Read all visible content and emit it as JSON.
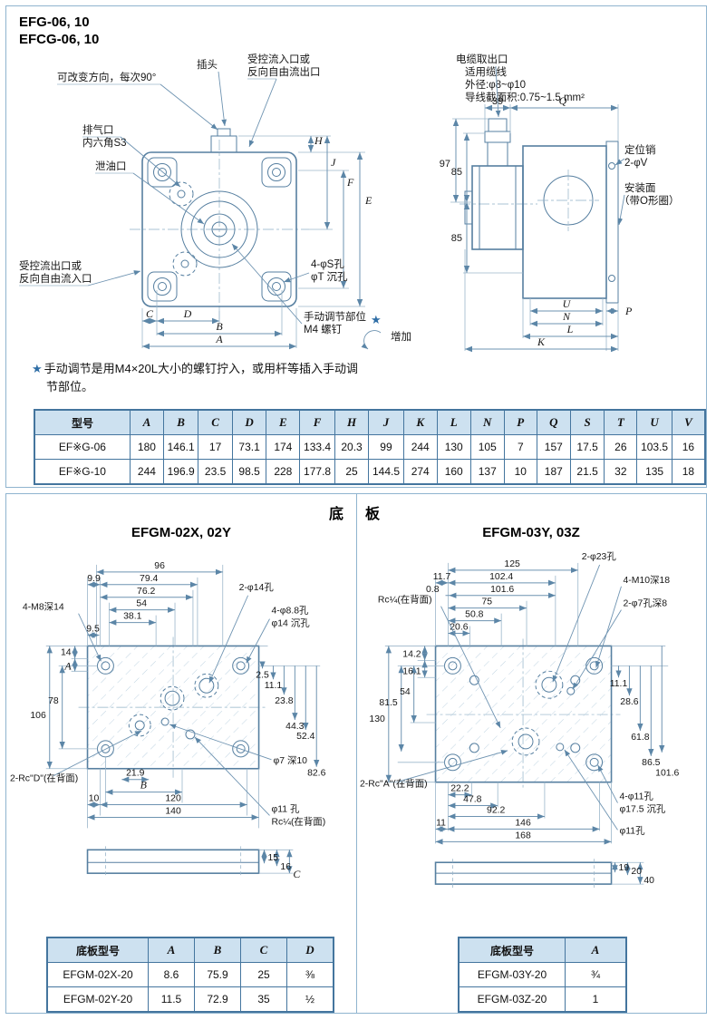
{
  "header": {
    "title1": "EFG-06, 10",
    "title2": "EFCG-06, 10"
  },
  "front_view": {
    "callout_direction": "可改变方向，每次90°",
    "callout_plug": "插头",
    "callout_inlet1": "受控流入口或",
    "callout_inlet2": "反向自由流出口",
    "callout_vent1": "排气口",
    "callout_vent2": "内六角S3",
    "callout_drain": "泄油口",
    "callout_outlet1": "受控流出口或",
    "callout_outlet2": "反向自由流入口",
    "callout_holes1": "4-φS孔",
    "callout_holes2": "φT 沉孔",
    "callout_manual1": "手动调节部位",
    "callout_manual2": "M4 螺钉",
    "callout_increase": "增加",
    "star": "★",
    "dims": {
      "H": "H",
      "J": "J",
      "F": "F",
      "E": "E",
      "C": "C",
      "D": "D",
      "B": "B",
      "A": "A"
    }
  },
  "side_view": {
    "callout_cable1": "电缆取出口",
    "callout_cable2": "适用缆线",
    "callout_cable3": "外径:φ8~φ10",
    "callout_cable4": "导线截面积:0.75~1.5 mm²",
    "callout_pin1": "定位销",
    "callout_pin2": "2-φV",
    "callout_mount1": "安装面",
    "callout_mount2": "（带O形圈）",
    "dims": {
      "d39": "39",
      "Q": "Q",
      "d97": "97",
      "d85a": "85",
      "d85b": "85",
      "U": "U",
      "P": "P",
      "N": "N",
      "L": "L",
      "K": "K"
    }
  },
  "note": {
    "star": "★",
    "line1": "手动调节是用M4×20L大小的螺钉拧入，或用杆等插入手动调",
    "line2": "节部位。"
  },
  "main_table": {
    "headers": [
      "型号",
      "A",
      "B",
      "C",
      "D",
      "E",
      "F",
      "H",
      "J",
      "K",
      "L",
      "N",
      "P",
      "Q",
      "S",
      "T",
      "U",
      "V"
    ],
    "rows": [
      [
        "EF※G-06",
        "180",
        "146.1",
        "17",
        "73.1",
        "174",
        "133.4",
        "20.3",
        "99",
        "244",
        "130",
        "105",
        "7",
        "157",
        "17.5",
        "26",
        "103.5",
        "16"
      ],
      [
        "EF※G-10",
        "244",
        "196.9",
        "23.5",
        "98.5",
        "228",
        "177.8",
        "25",
        "144.5",
        "274",
        "160",
        "137",
        "10",
        "187",
        "21.5",
        "32",
        "135",
        "18"
      ]
    ]
  },
  "baseplate": {
    "title": "底　板",
    "plate02": {
      "title": "EFGM-02X, 02Y",
      "top_dims": [
        "96",
        "9.9",
        "79.4",
        "76.2",
        "54",
        "38.1",
        "9.5"
      ],
      "left_dims": [
        "106",
        "78",
        "14",
        "A"
      ],
      "right_dims": [
        "2.5",
        "11.1",
        "23.8",
        "44.3",
        "52.4",
        "82.6"
      ],
      "bottom_dims": [
        "21.9",
        "B",
        "10",
        "120",
        "140"
      ],
      "callouts": {
        "holes14": "2-φ14孔",
        "holes88a": "4-φ8.8孔",
        "holes88b": "φ14 沉孔",
        "m8": "4-M8深14",
        "rcd": "2-Rc\"D\"(在背面)",
        "phi7": "φ7 深10",
        "phi11a": "φ11 孔",
        "phi11b": "Rc¼(在背面)"
      },
      "profile_dims": [
        "15",
        "16",
        "C"
      ],
      "table": {
        "headers": [
          "底板型号",
          "A",
          "B",
          "C",
          "D"
        ],
        "rows": [
          [
            "EFGM-02X-20",
            "8.6",
            "75.9",
            "25",
            "⅜"
          ],
          [
            "EFGM-02Y-20",
            "11.5",
            "72.9",
            "35",
            "½"
          ]
        ]
      }
    },
    "plate03": {
      "title": "EFGM-03Y, 03Z",
      "top_dims": [
        "125",
        "11.7",
        "102.4",
        "0.8",
        "101.6",
        "75",
        "50.8",
        "20.6"
      ],
      "left_dims": [
        "130",
        "81.5",
        "54",
        "14.2",
        "16.1"
      ],
      "right_dims": [
        "11.1",
        "28.6",
        "61.8",
        "86.5",
        "101.6"
      ],
      "bottom_dims": [
        "22.2",
        "47.8",
        "92.2",
        "11",
        "146",
        "168"
      ],
      "callouts": {
        "holes23": "2-φ23孔",
        "m10": "4-M10深18",
        "phi7": "2-φ7孔深8",
        "rc14": "Rc¼(在背面)",
        "rca": "2-Rc\"A\"(在背面)",
        "phi11a": "4-φ11孔",
        "phi11b": "φ17.5 沉孔",
        "phi11c": "φ11孔"
      },
      "profile_dims": [
        "19",
        "20",
        "40"
      ],
      "table": {
        "headers": [
          "底板型号",
          "A"
        ],
        "rows": [
          [
            "EFGM-03Y-20",
            "¾"
          ],
          [
            "EFGM-03Z-20",
            "1"
          ]
        ]
      }
    }
  }
}
